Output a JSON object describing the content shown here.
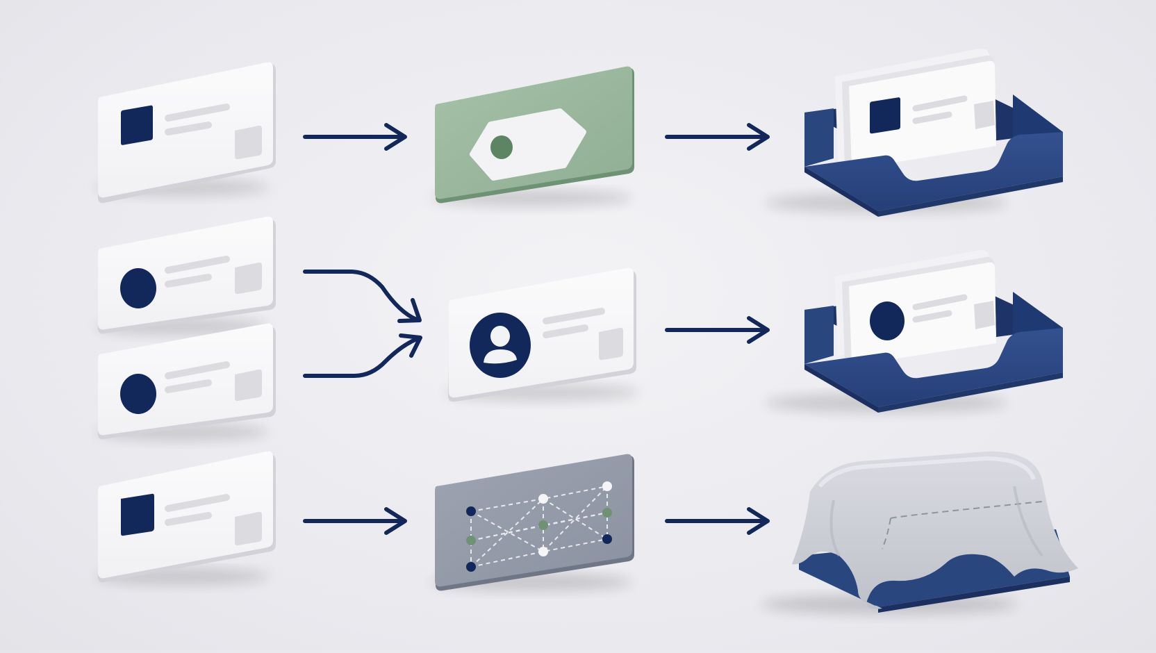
{
  "diagram": {
    "description_visible_text": "",
    "colors": {
      "background": "#ebebef",
      "navy": "#13285a",
      "navy_tray": "#2f4a86",
      "card_white": "#f7f7f9",
      "card_side": "#d4d4da",
      "placeholder_gray": "#dcdce0",
      "sage_green": "#97b59b",
      "sage_dark": "#5d8463",
      "slate_gray": "#9097a6",
      "cloth": "#c9cad2"
    },
    "rows": [
      {
        "name": "row-1",
        "inputs": [
          {
            "kind": "record-card",
            "icon": "square-icon"
          }
        ],
        "connector": "straight-arrow",
        "process": {
          "kind": "tag-card",
          "icon": "tag-icon",
          "color": "sage-green"
        },
        "output": {
          "kind": "card-tray",
          "icon": "square-icon"
        }
      },
      {
        "name": "row-2",
        "inputs": [
          {
            "kind": "record-card",
            "icon": "circle-icon"
          },
          {
            "kind": "record-card",
            "icon": "circle-icon"
          }
        ],
        "connector": "merge-arrows",
        "process": {
          "kind": "profile-card",
          "icon": "user-avatar-icon",
          "color": "white"
        },
        "output": {
          "kind": "card-tray",
          "icon": "circle-icon"
        }
      },
      {
        "name": "row-3",
        "inputs": [
          {
            "kind": "record-card",
            "icon": "square-icon"
          }
        ],
        "connector": "straight-arrow",
        "process": {
          "kind": "network-card",
          "icon": "network-graph-icon",
          "color": "slate-gray"
        },
        "output": {
          "kind": "covered-tray",
          "icon": "cloth-cover-icon"
        }
      }
    ]
  }
}
